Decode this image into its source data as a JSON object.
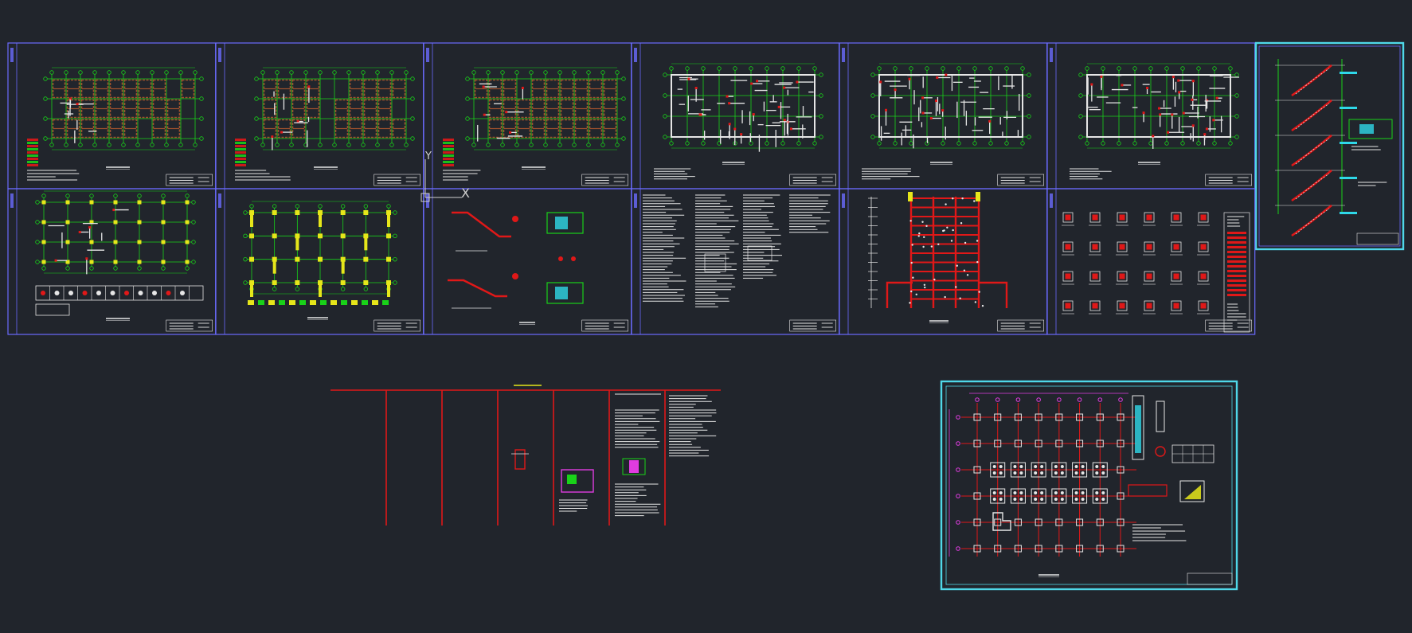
{
  "app": {
    "title": "",
    "viewport_background": "#21252c"
  },
  "colors": {
    "sheet_frame": "#6b6bff",
    "sheet_frame_alt": "#4fd8e8",
    "grid_green": "#19d219",
    "member_red": "#e01818",
    "member_brown": "#8b4a1a",
    "text_white": "#e6e6e6",
    "highlight_yellow": "#e6e61a",
    "accent_cyan": "#2fd8e8",
    "accent_magenta": "#e03ce0",
    "slab_brown": "#a0522d"
  },
  "sheets": [
    {
      "id": "s1",
      "kind": "floor-plan-grid",
      "title": ""
    },
    {
      "id": "s2",
      "kind": "floor-plan-grid",
      "title": ""
    },
    {
      "id": "s3",
      "kind": "floor-plan-grid",
      "title": ""
    },
    {
      "id": "s4",
      "kind": "floor-plan-walls",
      "title": ""
    },
    {
      "id": "s5",
      "kind": "floor-plan-walls",
      "title": ""
    },
    {
      "id": "s6",
      "kind": "floor-plan-walls",
      "title": ""
    },
    {
      "id": "s7",
      "kind": "stair-section",
      "title": ""
    },
    {
      "id": "s8",
      "kind": "column-plan",
      "title": ""
    },
    {
      "id": "s9",
      "kind": "column-plan-yellow",
      "title": ""
    },
    {
      "id": "s10",
      "kind": "stair-details",
      "title": ""
    },
    {
      "id": "s11",
      "kind": "general-notes",
      "title": ""
    },
    {
      "id": "s12",
      "kind": "elevation-section",
      "title": ""
    },
    {
      "id": "s13",
      "kind": "column-details",
      "title": ""
    },
    {
      "id": "s14",
      "kind": "foundation-plan",
      "title": ""
    }
  ],
  "loose_drawing": {
    "kind": "red-frame-table",
    "title": ""
  },
  "ucs_icon": {
    "x_label": "X",
    "y_label": "Y"
  }
}
